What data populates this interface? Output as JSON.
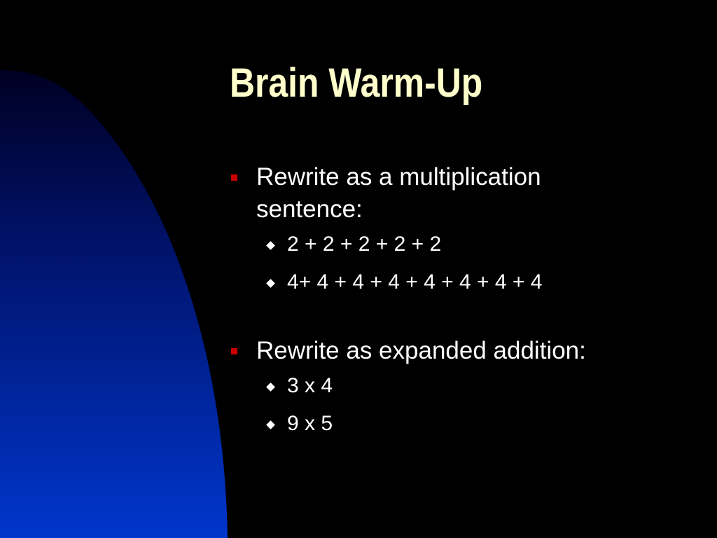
{
  "title": "Brain Warm-Up",
  "colors": {
    "background": "#000000",
    "title": "#ffffcc",
    "text": "#ffffff",
    "bullet": "#cc0000",
    "arc_dark": "#000033",
    "arc_light": "#0033cc"
  },
  "bullets": [
    {
      "text_line1": "Rewrite as a multiplication",
      "text_line2": "sentence:",
      "subitems": [
        "2 + 2 + 2 + 2 + 2",
        "4+ 4 + 4 + 4 + 4 + 4 + 4 + 4"
      ]
    },
    {
      "text_line1": "Rewrite as expanded addition:",
      "subitems": [
        "3 x 4",
        "9 x 5"
      ]
    }
  ]
}
